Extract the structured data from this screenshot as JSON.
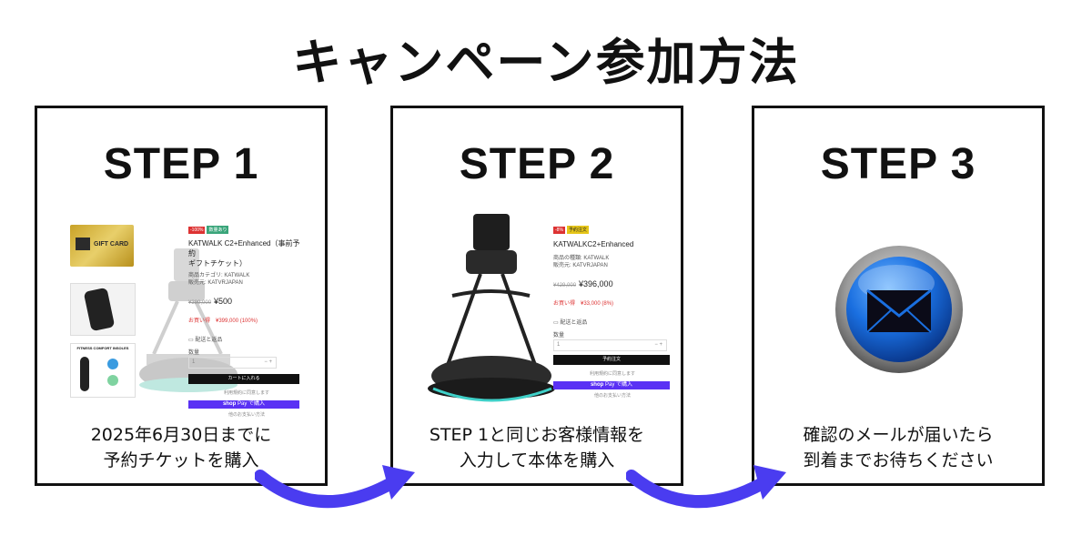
{
  "title": "キャンペーン参加方法",
  "steps": [
    {
      "label": "STEP 1",
      "caption_line1": "2025年6月30日までに",
      "caption_line2": "予約チケットを購入",
      "product": {
        "badge1": "-100%",
        "badge2": "数量あり",
        "name_line1": "KATWALK C2+Enhanced（事前予約",
        "name_line2": "ギフトチケット）",
        "vendor_line1": "商品カテゴリ: KATWALK",
        "vendor_line2": "販売元: KATVRJAPAN",
        "old_price": "¥399,000",
        "price": "¥500",
        "savings": "お買い得　¥399,000 (100%)",
        "shipping": "配送と返品",
        "qty_label": "数量",
        "qty_value": "1",
        "cart_button": "カートに入れる",
        "agree": "利用規約に同意します",
        "shop_label": "shop",
        "shop_pay": "Pay",
        "shop_action": "で購入",
        "more_options": "他のお支払い方法",
        "gift_card": "GIFT CARD",
        "insole": "FITNESS COMFORT INSOLES"
      }
    },
    {
      "label": "STEP 2",
      "caption_line1": "STEP 1と同じお客様情報を",
      "caption_line2": "入力して本体を購入",
      "product": {
        "badge1": "-8%",
        "badge2": "予約注文",
        "name_line1": "KATWALKC2+Enhanced",
        "vendor_line1": "商品の種類: KATWALK",
        "vendor_line2": "販売元: KATVRJAPAN",
        "old_price": "¥429,000",
        "price": "¥396,000",
        "savings": "お買い得　¥33,000 (8%)",
        "shipping": "配送と返品",
        "qty_label": "数量",
        "qty_value": "1",
        "cart_button": "予約注文",
        "agree": "利用規約に同意します",
        "shop_label": "shop",
        "shop_pay": "Pay",
        "shop_action": "で購入",
        "more_options": "他のお支払い方法"
      }
    },
    {
      "label": "STEP 3",
      "caption_line1": "確認のメールが届いたら",
      "caption_line2": "到着までお待ちください"
    }
  ],
  "colors": {
    "arrow": "#4a3cf0",
    "shop": "#5a31f4",
    "mail_blue": "#1a6fe0"
  },
  "icons": [
    "mail-icon",
    "arrow-icon"
  ]
}
